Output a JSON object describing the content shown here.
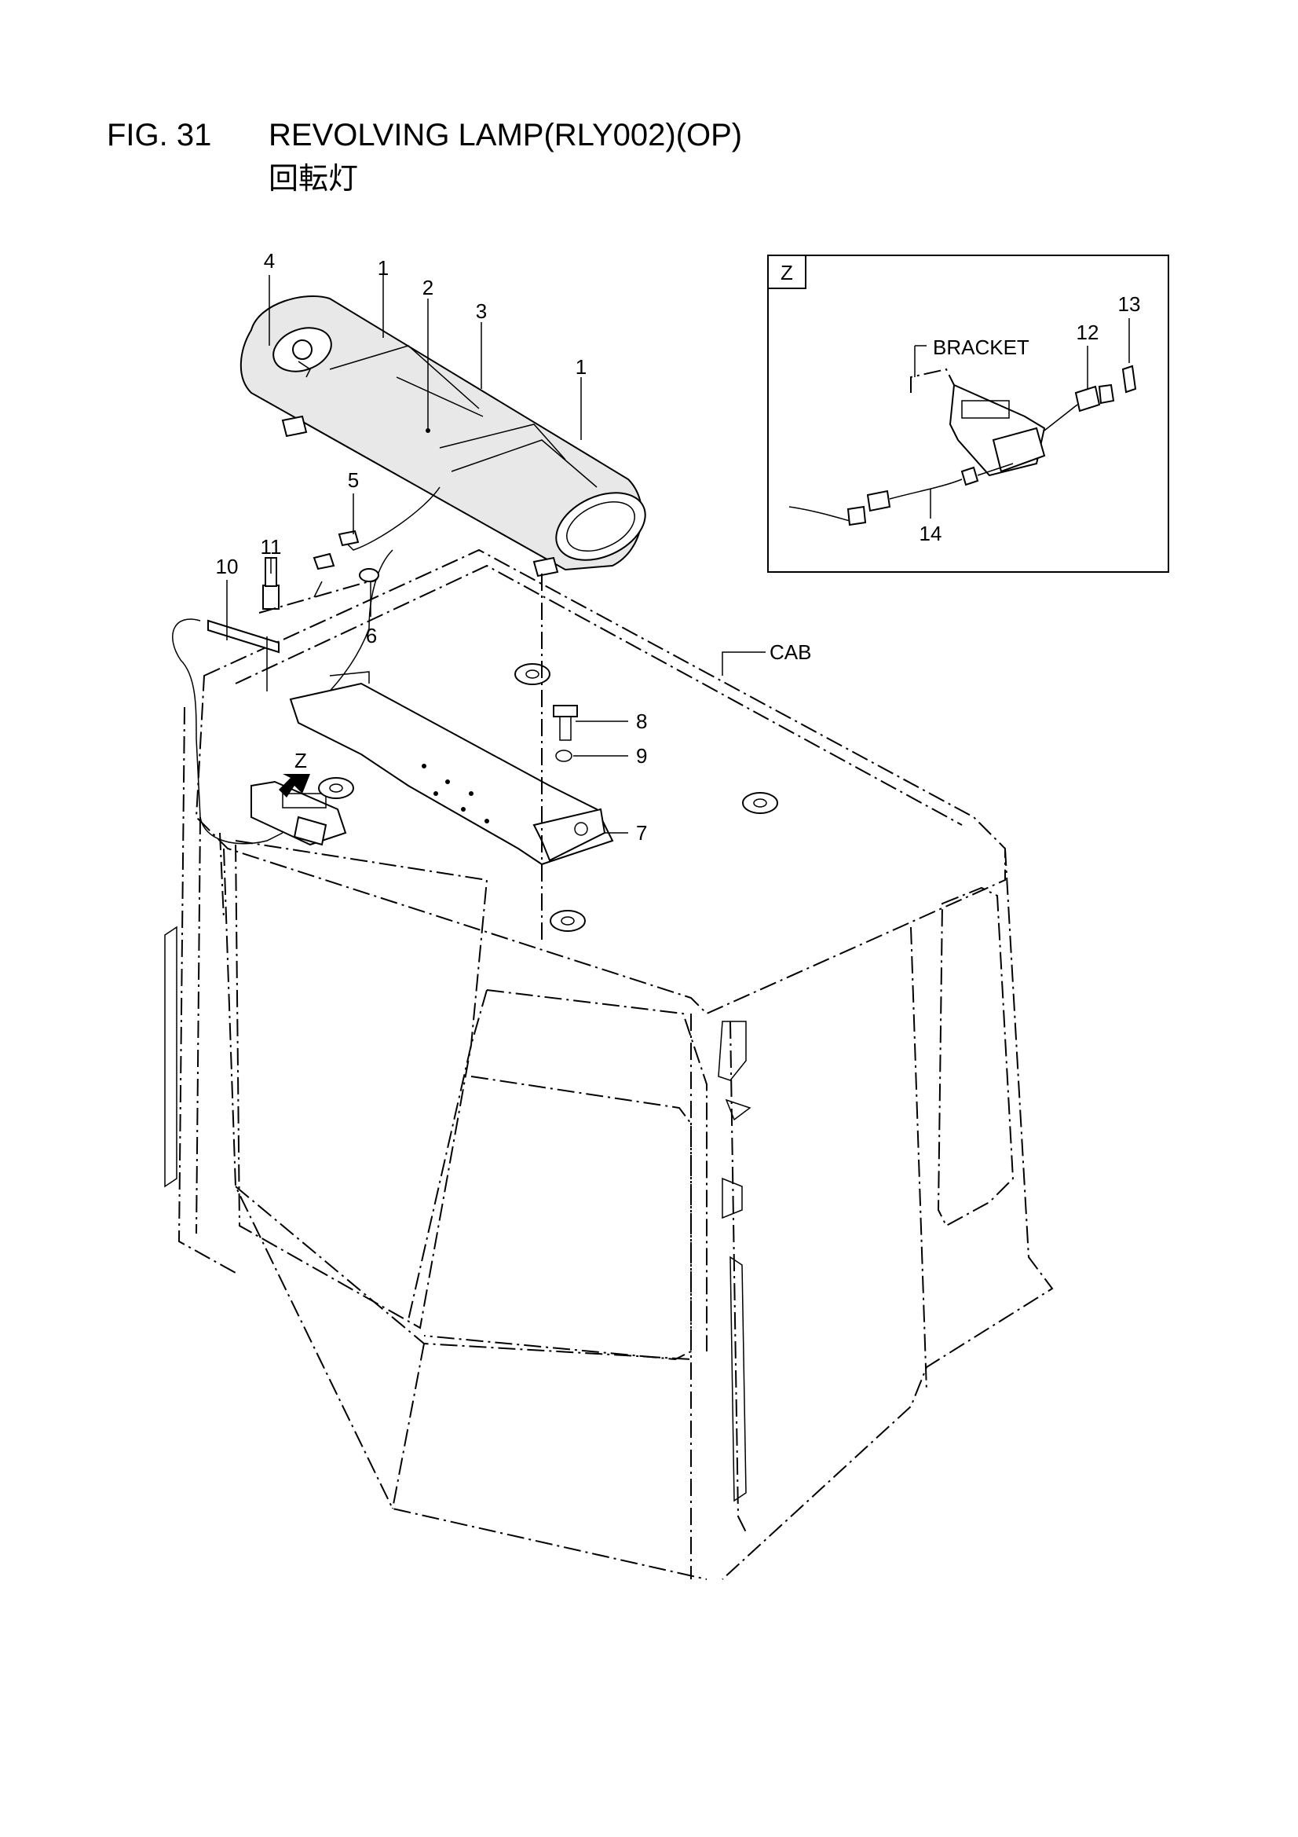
{
  "header": {
    "figure_number": "FIG. 31",
    "title": "REVOLVING LAMP(RLY002)(OP)",
    "subtitle": "回転灯"
  },
  "callouts": {
    "c1a": "1",
    "c1b": "1",
    "c2": "2",
    "c3": "3",
    "c4": "4",
    "c5": "5",
    "c6": "6",
    "c7": "7",
    "c8": "8",
    "c9": "9",
    "c10": "10",
    "c11": "11",
    "cab": "CAB",
    "view_arrow": "Z"
  },
  "detail_view": {
    "tag": "Z",
    "bracket_label": "BRACKET",
    "c12": "12",
    "c13": "13",
    "c14": "14"
  }
}
